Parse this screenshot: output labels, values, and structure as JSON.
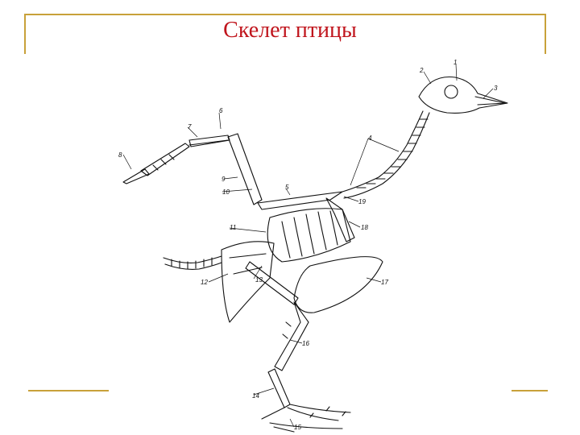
{
  "title": "Скелет птицы",
  "colors": {
    "title": "#c0141c",
    "frame": "#c8a13a",
    "ink": "#111111"
  },
  "labels": [
    "1",
    "2",
    "3",
    "4",
    "5",
    "6",
    "7",
    "8",
    "9",
    "10",
    "11",
    "12",
    "13",
    "14",
    "15",
    "16",
    "17",
    "18",
    "19"
  ]
}
